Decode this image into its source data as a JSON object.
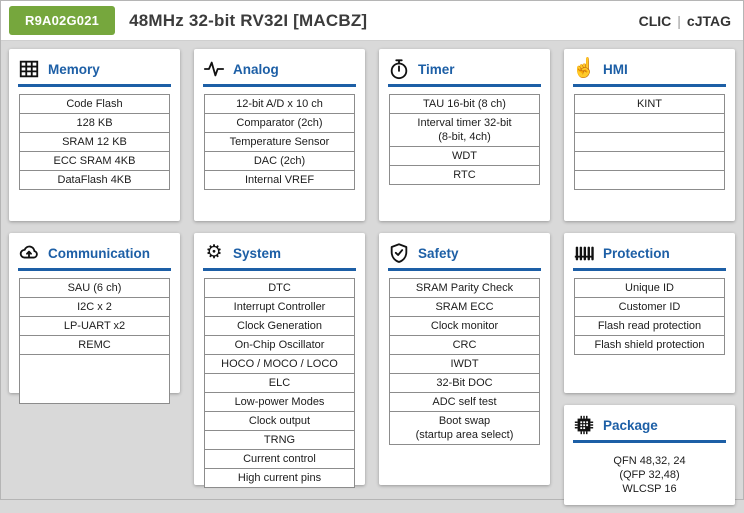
{
  "header": {
    "part_number": "R9A02G021",
    "title": "48MHz 32-bit RV32I [MACBZ]",
    "clic": "CLIC",
    "separator": "|",
    "cjtag": "cJTAG"
  },
  "colors": {
    "accent_blue": "#1d5fa6",
    "badge_green": "#76a73d",
    "background_gray": "#d9d9d9"
  },
  "glyphs": {
    "hand": "☝",
    "gear": "⚙"
  },
  "cards": {
    "memory": {
      "title": "Memory",
      "icon": "grid-icon",
      "items": [
        "Code Flash",
        "128 KB",
        "SRAM 12 KB",
        "ECC SRAM 4KB",
        "DataFlash 4KB"
      ]
    },
    "analog": {
      "title": "Analog",
      "icon": "waveform-icon",
      "items": [
        "12-bit A/D x 10 ch",
        "Comparator (2ch)",
        "Temperature Sensor",
        "DAC (2ch)",
        "Internal VREF"
      ]
    },
    "timer": {
      "title": "Timer",
      "icon": "stopwatch-icon",
      "items": [
        "TAU 16-bit (8 ch)",
        "Interval timer 32-bit\n(8-bit, 4ch)",
        "WDT",
        "RTC"
      ]
    },
    "hmi": {
      "title": "HMI",
      "icon": "hand-icon",
      "items": [
        "KINT",
        "",
        "",
        "",
        ""
      ]
    },
    "communication": {
      "title": "Communication",
      "icon": "cloud-upload-icon",
      "items": [
        "SAU (6 ch)",
        "I2C x 2",
        "LP-UART x2",
        "REMC",
        ""
      ]
    },
    "system": {
      "title": "System",
      "icon": "gear-icon",
      "items": [
        "DTC",
        "Interrupt Controller",
        "Clock Generation",
        "On-Chip Oscillator",
        "HOCO / MOCO / LOCO",
        "ELC",
        "Low-power Modes",
        "Clock output",
        "TRNG",
        "Current control",
        "High current pins"
      ]
    },
    "safety": {
      "title": "Safety",
      "icon": "shield-check-icon",
      "items": [
        "SRAM Parity Check",
        "SRAM ECC",
        "Clock monitor",
        "CRC",
        "IWDT",
        "32-Bit DOC",
        "ADC self test",
        "Boot swap\n(startup area select)"
      ]
    },
    "protection": {
      "title": "Protection",
      "icon": "fence-icon",
      "items": [
        "Unique ID",
        "Customer ID",
        "Flash read protection",
        "Flash shield protection"
      ]
    },
    "package": {
      "title": "Package",
      "icon": "chip-icon",
      "text": "QFN 48,32, 24\n(QFP 32,48)\nWLCSP 16"
    }
  }
}
